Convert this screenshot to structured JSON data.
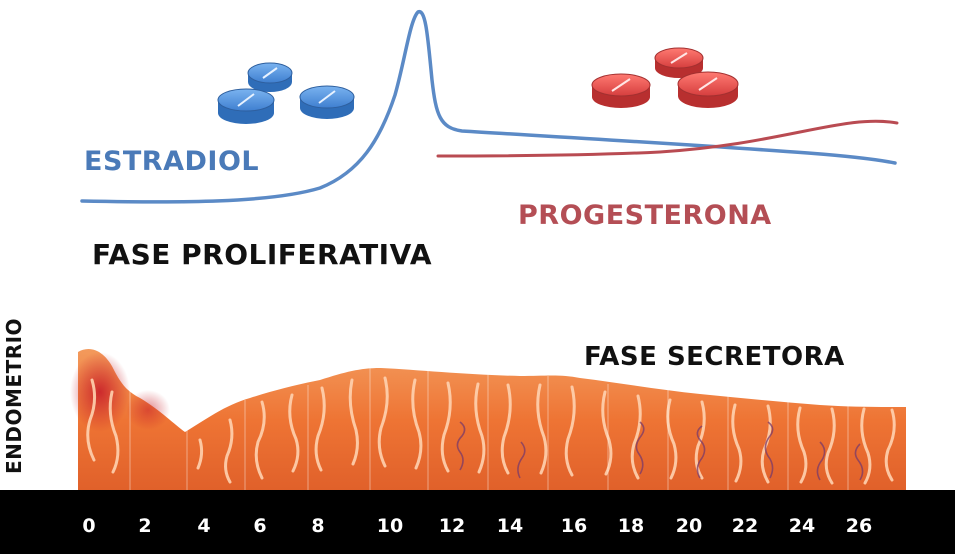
{
  "labels": {
    "estradiol": "ESTRADIOL",
    "progesterona": "PROGESTERONA",
    "fase_proliferativa": "FASE PROLIFERATIVA",
    "fase_secretora": "FASE SECRETORA",
    "endometrio": "ENDOMETRIO"
  },
  "days": [
    "0",
    "2",
    "4",
    "6",
    "8",
    "10",
    "12",
    "14",
    "16",
    "18",
    "20",
    "22",
    "24",
    "26"
  ],
  "colors": {
    "estradiol": "#5b8ac6",
    "progesterona": "#b94b52",
    "pill_blue": "#4d8fd8",
    "pill_red": "#de4a4a",
    "tissue": "#f07a3a",
    "day_bar": "#000000"
  },
  "pill_groups": [
    {
      "hormone": "estradiol",
      "count": 3,
      "color": "blue"
    },
    {
      "hormone": "progesterona",
      "count": 3,
      "color": "red"
    }
  ]
}
